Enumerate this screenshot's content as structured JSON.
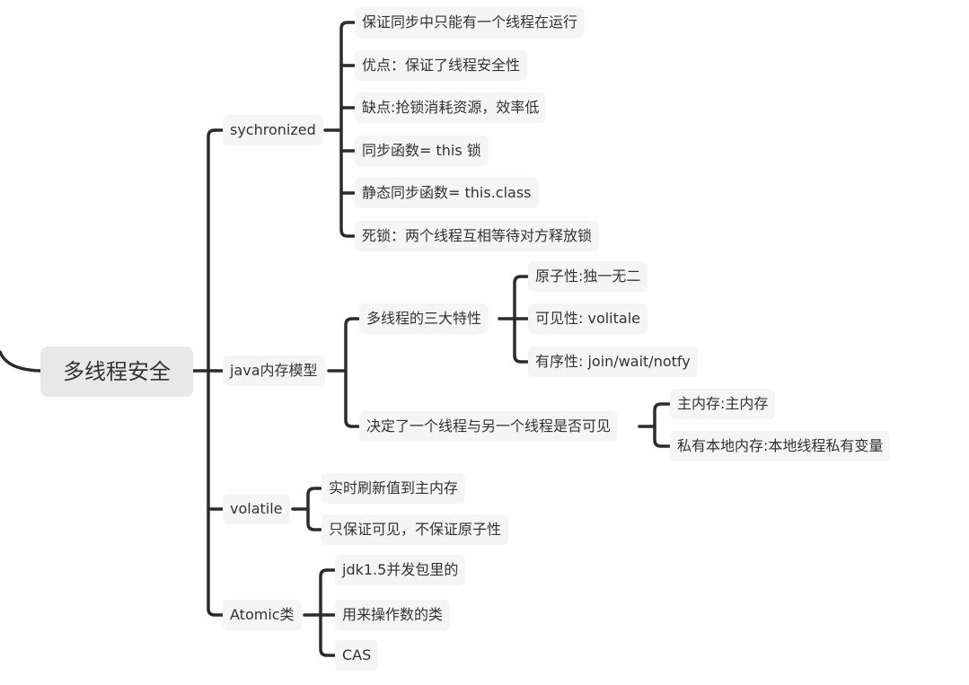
{
  "mindmap": {
    "root": "多线程安全",
    "nodes": {
      "sync": "sychronized",
      "sync_1": "保证同步中只能有一个线程在运行",
      "sync_2": "优点：保证了线程安全性",
      "sync_3": "缺点:抢锁消耗资源，效率低",
      "sync_4": "同步函数= this 锁",
      "sync_5": "静态同步函数= this.class",
      "sync_6": "死锁：两个线程互相等待对方释放锁",
      "jmm": "java内存模型",
      "jmm_a": "多线程的三大特性",
      "jmm_a1": "原子性:独一无二",
      "jmm_a2": "可见性: volitale",
      "jmm_a3": "有序性: join/wait/notfy",
      "jmm_b": "决定了一个线程与另一个线程是否可见",
      "jmm_b1": "主内存:主内存",
      "jmm_b2": "私有本地内存:本地线程私有变量",
      "vol": "volatile",
      "vol_1": "实时刷新值到主内存",
      "vol_2": "只保证可见，不保证原子性",
      "atomic": "Atomic类",
      "atomic_1": "jdk1.5并发包里的",
      "atomic_2": "用来操作数的类",
      "atomic_3": "CAS"
    }
  },
  "colors": {
    "line": "#2b2b2b",
    "node_bg": "#f5f5f5",
    "root_bg": "#e8e8e8",
    "text": "#333333"
  }
}
